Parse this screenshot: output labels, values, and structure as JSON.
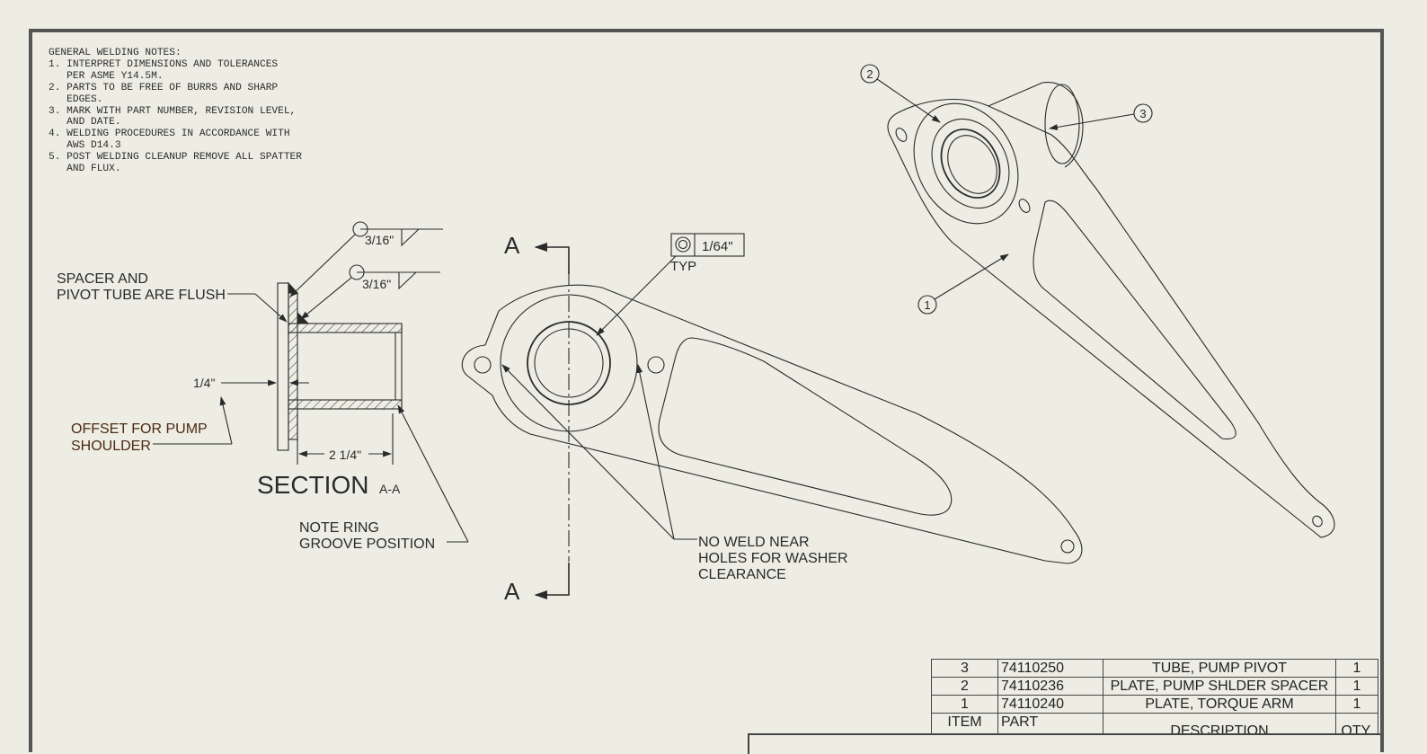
{
  "general_notes": {
    "lines": [
      "GENERAL WELDING NOTES:",
      "1. INTERPRET DIMENSIONS AND TOLERANCES",
      "   PER ASME Y14.5M.",
      "2. PARTS TO BE FREE OF BURRS AND SHARP",
      "   EDGES.",
      "3. MARK WITH PART NUMBER, REVISION LEVEL,",
      "   AND DATE.",
      "4. WELDING PROCEDURES IN ACCORDANCE WITH",
      "   AWS D14.3",
      "5. POST WELDING CLEANUP REMOVE ALL SPATTER",
      "   AND FLUX."
    ]
  },
  "section_view": {
    "weld_top": "3/16\"",
    "weld_bottom": "3/16\"",
    "flush_note_1": "SPACER AND",
    "flush_note_2": "PIVOT TUBE ARE FLUSH",
    "offset_dim": "1/4\"",
    "offset_note_1": "OFFSET FOR PUMP",
    "offset_note_2": "SHOULDER",
    "length_dim": "2 1/4\"",
    "title": "SECTION",
    "title_suffix": "A-A",
    "groove_note_1": "NOTE RING",
    "groove_note_2": "GROOVE POSITION"
  },
  "front_view": {
    "section_letter_top": "A",
    "section_letter_bottom": "A",
    "tolerance_value": "1/64\"",
    "tolerance_qualifier": "TYP",
    "weld_note_1": "NO WELD NEAR",
    "weld_note_2": "HOLES FOR WASHER",
    "weld_note_3": "CLEARANCE"
  },
  "iso_view": {
    "balloons": [
      "1",
      "2",
      "3"
    ]
  },
  "bom": {
    "rows": [
      [
        "3",
        "74110250",
        "TUBE, PUMP PIVOT",
        "1"
      ],
      [
        "2",
        "74110236",
        "PLATE, PUMP SHLDER SPACER",
        "1"
      ],
      [
        "1",
        "74110240",
        "PLATE, TORQUE ARM",
        "1"
      ]
    ],
    "headers": [
      "ITEM NO.",
      "PART NUMBER",
      "DESCRIPTION",
      "QTY."
    ]
  },
  "colors": {
    "background": "#eeede4",
    "line": "#2a2a2a",
    "accent_text": "#4a2a10"
  }
}
